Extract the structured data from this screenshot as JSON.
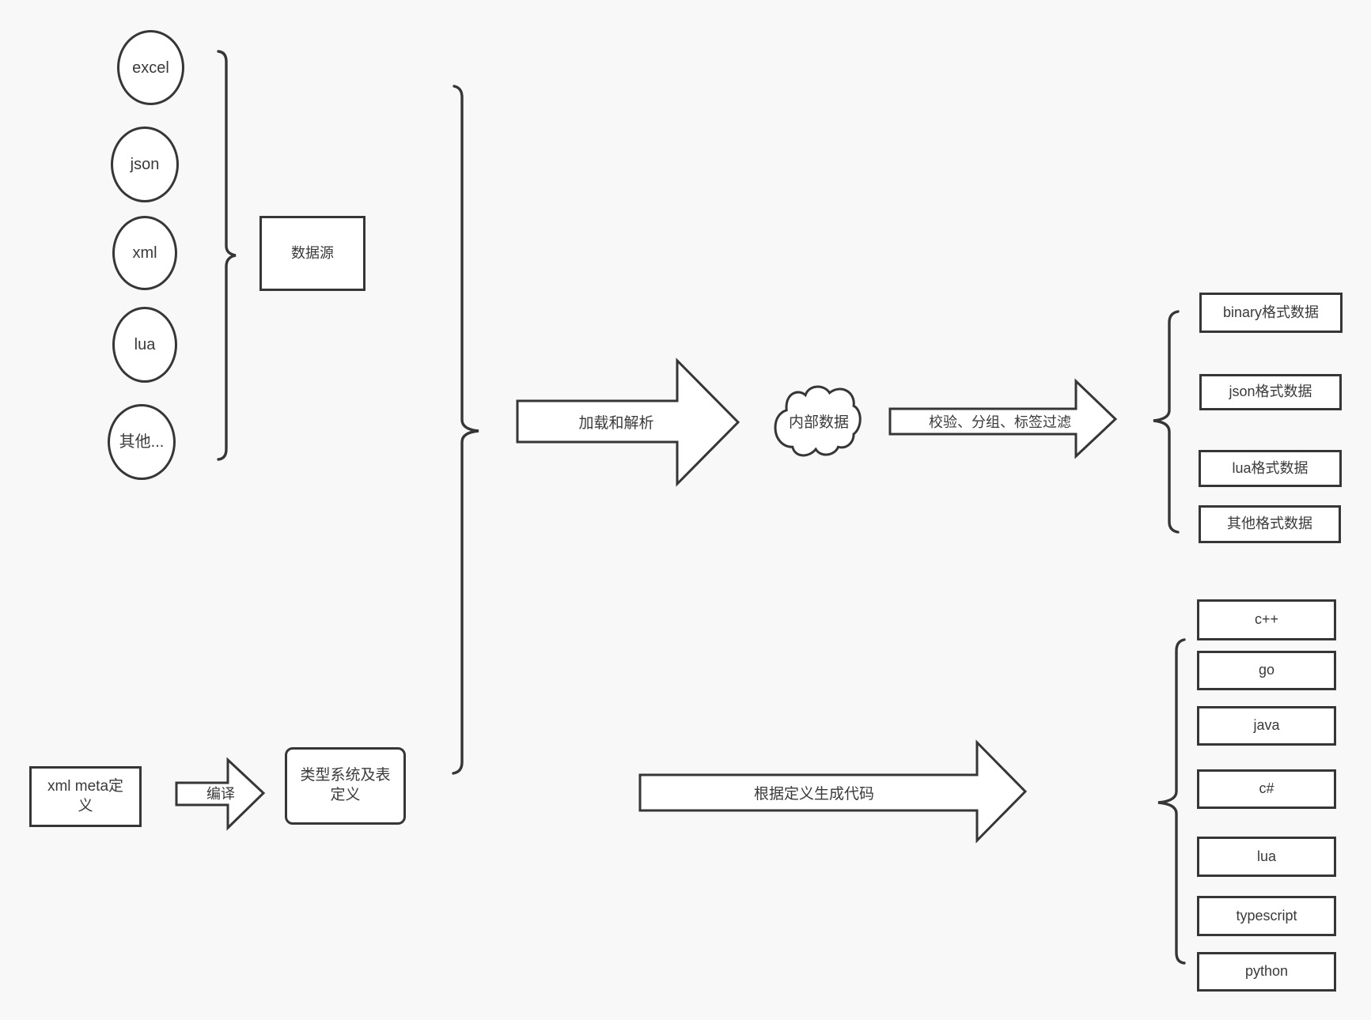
{
  "colors": {
    "background": "#f8f8f8",
    "stroke": "#363636",
    "shape_fill": "#ffffff",
    "text": "#3a3a3a"
  },
  "sources": {
    "group_label": "数据源",
    "items": [
      {
        "label": "excel"
      },
      {
        "label": "json"
      },
      {
        "label": "xml"
      },
      {
        "label": "lua"
      },
      {
        "label": "其他..."
      }
    ]
  },
  "meta_box": {
    "label": "xml meta定义"
  },
  "type_system_box": {
    "label": "类型系统及表定义"
  },
  "cloud": {
    "label": "内部数据"
  },
  "arrows": {
    "load_parse": "加载和解析",
    "filter": "校验、分组、标签过滤",
    "compile": "编译",
    "generate": "根据定义生成代码"
  },
  "output_formats": {
    "items": [
      {
        "label": "binary格式数据"
      },
      {
        "label": "json格式数据"
      },
      {
        "label": "lua格式数据"
      },
      {
        "label": "其他格式数据"
      }
    ]
  },
  "languages": {
    "items": [
      {
        "label": "c++"
      },
      {
        "label": "go"
      },
      {
        "label": "java"
      },
      {
        "label": "c#"
      },
      {
        "label": "lua"
      },
      {
        "label": "typescript"
      },
      {
        "label": "python"
      }
    ]
  }
}
